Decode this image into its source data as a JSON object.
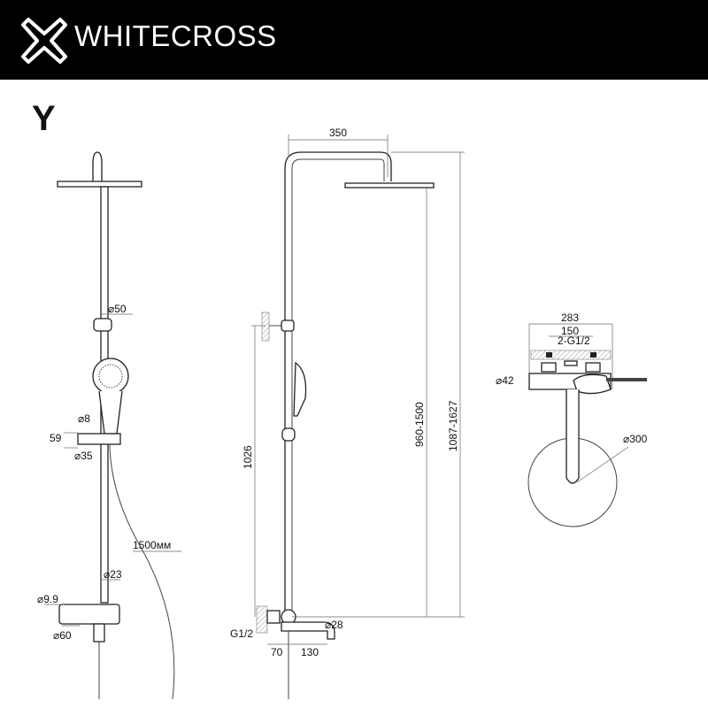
{
  "header": {
    "brand": "WHITECROSS",
    "logo_icon": "cross-outline-logo-icon",
    "background": "#000000"
  },
  "model": "Y",
  "front_view": {
    "labels": {
      "head_mount": "⌀50",
      "holder_pin": "⌀8",
      "holder_height": "59",
      "holder_dia": "⌀35",
      "hose_length": "1500мм",
      "rod_dia": "⌀23",
      "mixer_small": "⌀9.9",
      "mixer_dia": "⌀60"
    }
  },
  "side_view": {
    "labels": {
      "arm_length": "350",
      "bracket_height": "1026",
      "adjust_range": "960-1500",
      "total_range": "1087-1627",
      "thread": "G1/2",
      "spout_dia": "⌀28",
      "wall_offset": "70",
      "spout_length": "130"
    }
  },
  "top_view": {
    "labels": {
      "overall_width": "283",
      "center_distance": "150",
      "inlets": "2-G1/2",
      "body_dia": "⌀42",
      "head_dia": "⌀300"
    }
  }
}
